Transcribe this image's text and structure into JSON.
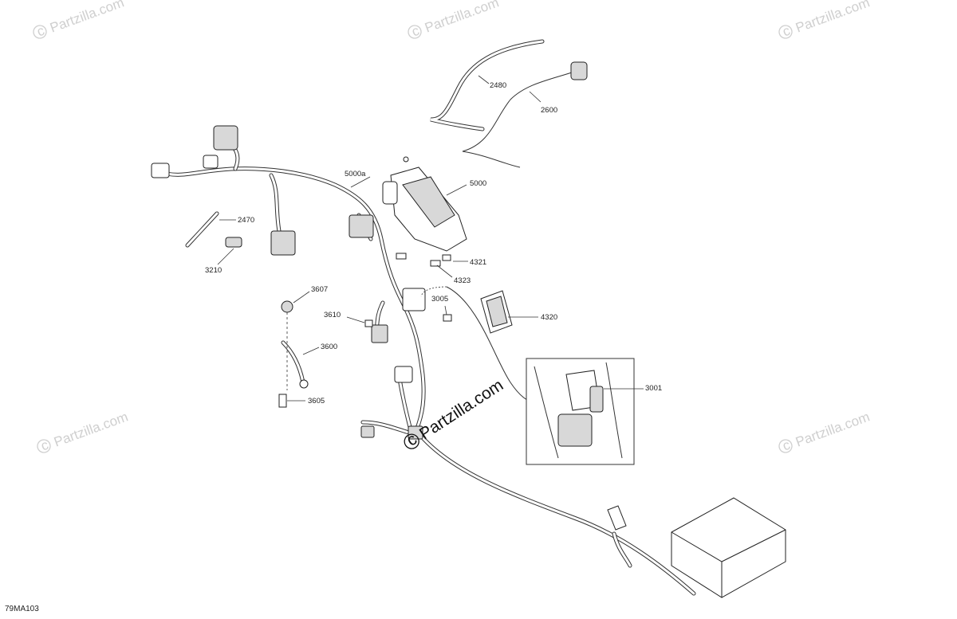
{
  "diagram_code": "79MA103",
  "watermark_text": "Partzilla.com",
  "center_watermark_text": "Partzilla.com",
  "parts": [
    {
      "id": "p2480",
      "label": "2480"
    },
    {
      "id": "p2600",
      "label": "2600"
    },
    {
      "id": "p5000a",
      "label": "5000a"
    },
    {
      "id": "p5000",
      "label": "5000"
    },
    {
      "id": "p2470",
      "label": "2470"
    },
    {
      "id": "p3210",
      "label": "3210"
    },
    {
      "id": "p4321",
      "label": "4321"
    },
    {
      "id": "p4323",
      "label": "4323"
    },
    {
      "id": "p3607",
      "label": "3607"
    },
    {
      "id": "p3005",
      "label": "3005"
    },
    {
      "id": "p3610",
      "label": "3610"
    },
    {
      "id": "p4320",
      "label": "4320"
    },
    {
      "id": "p3600",
      "label": "3600"
    },
    {
      "id": "p3001",
      "label": "3001"
    },
    {
      "id": "p3605",
      "label": "3605"
    }
  ]
}
